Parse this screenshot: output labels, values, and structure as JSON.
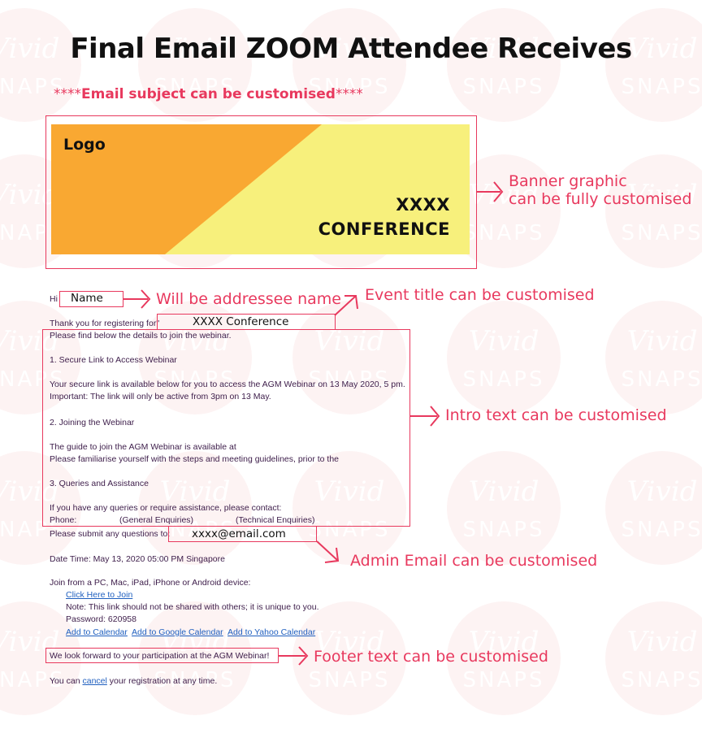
{
  "page": {
    "title": "Final Email ZOOM Attendee Receives",
    "subject_note_prefix": "****",
    "subject_note": "Email subject can be customised",
    "subject_note_suffix": "****"
  },
  "banner": {
    "logo": "Logo",
    "line1": "XXXX",
    "line2": "CONFERENCE",
    "colors": {
      "orange": "#f9a832",
      "yellow": "#f7f07c"
    }
  },
  "annotations": {
    "banner": [
      "Banner graphic",
      "can be fully customised"
    ],
    "addressee": "Will be addressee name",
    "event_title": "Event title can be customised",
    "intro": "Intro text can be customised",
    "admin_email": "Admin Email can be customised",
    "footer": "Footer text can be customised",
    "accent_color": "#e8395e"
  },
  "email": {
    "greeting": "Hi",
    "name_placeholder": "Name",
    "thanks": "Thank you for registering for",
    "quote_mark": "\"",
    "event_title": "XXXX Conference",
    "intro": [
      "Please find below the details to join the webinar.",
      "1. Secure Link to Access Webinar",
      "Your secure link is available below for you to access the AGM Webinar on 13 May 2020, 5 pm.",
      "Important: The link will only be active from 3pm on 13 May.",
      "2. Joining the Webinar",
      "The guide to join the AGM Webinar is available at",
      "Please familiarise yourself with the steps and meeting guidelines, prior to the",
      "3. Queries and Assistance",
      "If you have any queries or require assistance, please contact:"
    ],
    "phone_label": "Phone:",
    "phone_general": "(General Enquiries)",
    "phone_technical": "(Technical Enquiries)",
    "questions_label": "Please submit any questions to:",
    "admin_email": "xxxx@email.com",
    "date_time": "Date Time: May 13, 2020 05:00 PM Singapore",
    "join_from": "Join from a PC, Mac, iPad, iPhone or Android device:",
    "join_link": "Click Here to Join",
    "note": "Note: This link should not be shared with others; it is unique to you.",
    "password": "Password: 620958",
    "calendar_links": [
      "Add to Calendar",
      "Add to Google Calendar",
      "Add to Yahoo Calendar"
    ],
    "footer": "We look forward to your participation at the AGM Webinar!",
    "cancel_prefix": "You can",
    "cancel_link": "cancel",
    "cancel_suffix": "your registration at any time."
  }
}
